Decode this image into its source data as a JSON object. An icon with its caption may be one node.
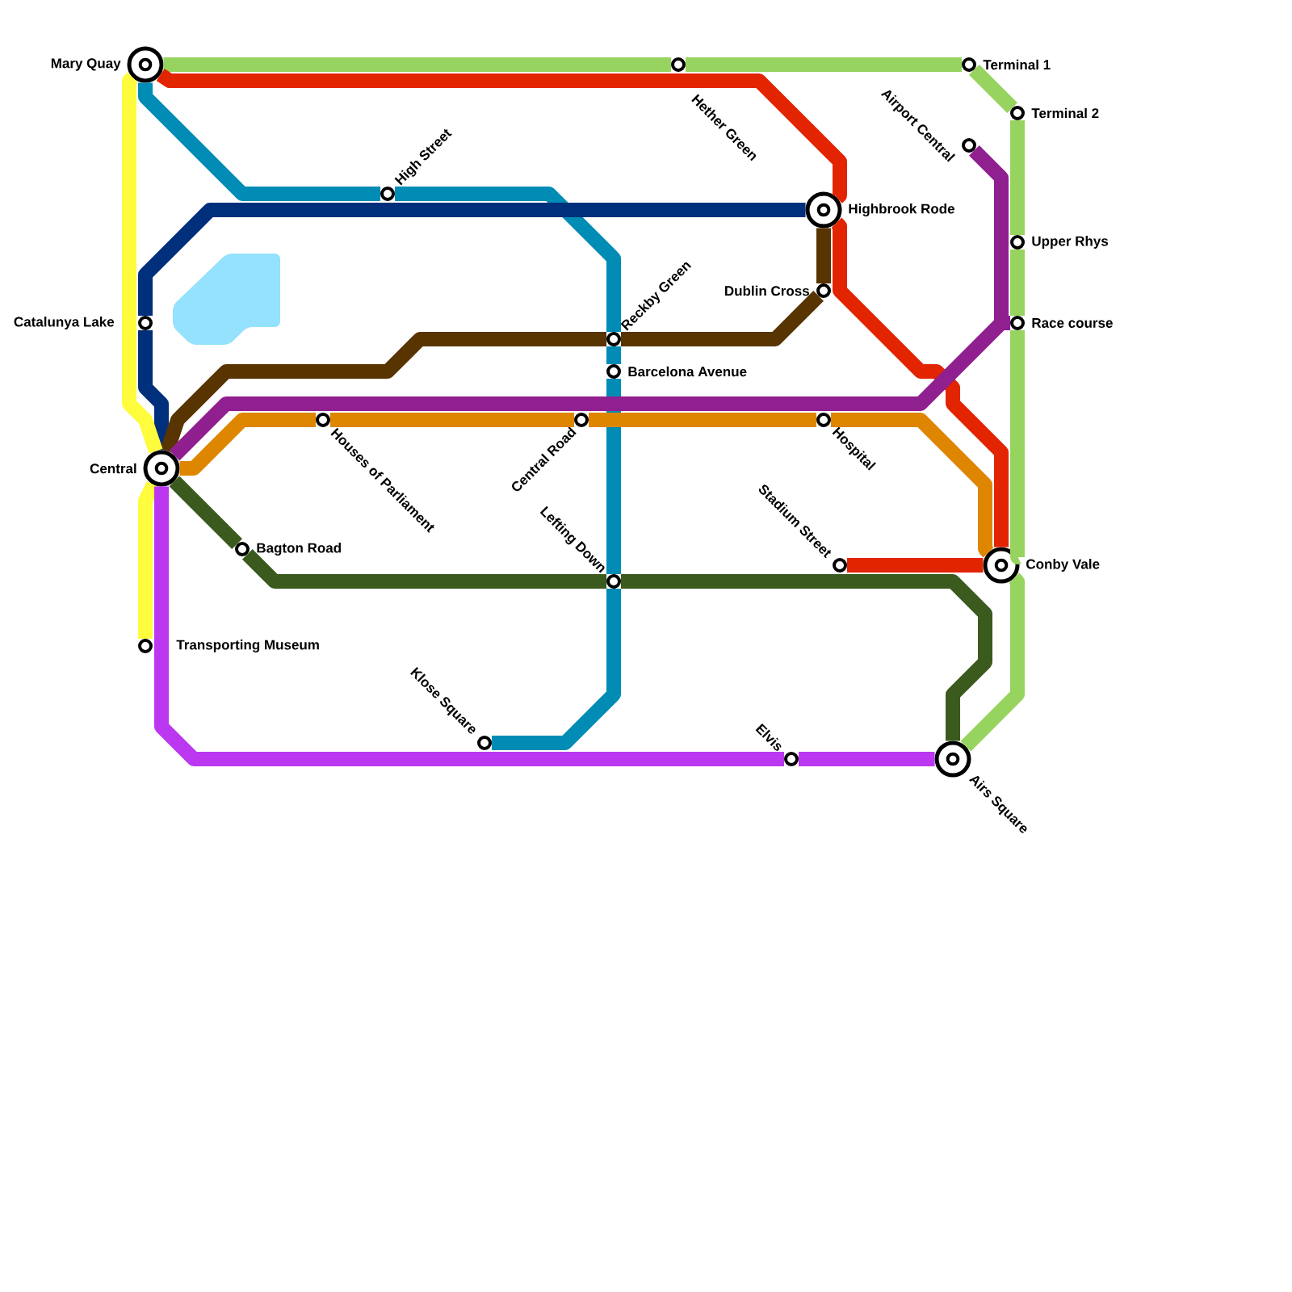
{
  "diagram": {
    "nodes": [
      {
        "text": [
          "Mary Quay"
        ]
      },
      {
        "text": [
          "Hether Green"
        ]
      },
      {
        "text": [
          "Terminal 1"
        ]
      },
      {
        "text": [
          "Terminal 2"
        ]
      },
      {
        "text": [
          "Airport Central"
        ]
      },
      {
        "text": [
          "High Street"
        ]
      },
      {
        "text": [
          "Highbrook Rode"
        ]
      },
      {
        "text": [
          "Upper Rhys"
        ]
      },
      {
        "text": [
          "Dublin Cross"
        ]
      },
      {
        "text": [
          "Catalunya Lake"
        ]
      },
      {
        "text": [
          "Race course"
        ]
      },
      {
        "text": [
          "Reckby Green"
        ]
      },
      {
        "text": [
          "Barcelona Avenue"
        ]
      },
      {
        "text": [
          "Houses of Parliament"
        ]
      },
      {
        "text": [
          "Central Road"
        ]
      },
      {
        "text": [
          "Hospital"
        ]
      },
      {
        "text": [
          "Central"
        ]
      },
      {
        "text": [
          "Bagton Road"
        ]
      },
      {
        "text": [
          "Stadium Street"
        ]
      },
      {
        "text": [
          "Conby Vale"
        ]
      },
      {
        "text": [
          "Lefting Down"
        ]
      },
      {
        "text": [
          "Transporting Museum"
        ]
      },
      {
        "text": [
          "Klose Square"
        ]
      },
      {
        "text": [
          "Elvis"
        ]
      },
      {
        "text": [
          "Airs Square"
        ]
      }
    ],
    "edges": [
      {
        "from": 0,
        "to": 1,
        "arrow": "none",
        "color": "#97d45f"
      },
      {
        "from": 1,
        "to": 2,
        "arrow": "none",
        "color": "#97d45f"
      },
      {
        "from": 2,
        "to": 3,
        "arrow": "none",
        "color": "#97d45f"
      },
      {
        "from": 3,
        "to": 7,
        "arrow": "none",
        "color": "#97d45f"
      },
      {
        "from": 7,
        "to": 10,
        "arrow": "none",
        "color": "#97d45f"
      },
      {
        "from": 10,
        "to": 19,
        "arrow": "none",
        "color": "#97d45f"
      },
      {
        "from": 19,
        "to": 24,
        "arrow": "none",
        "color": "#97d45f"
      },
      {
        "from": 0,
        "to": 6,
        "arrow": "none",
        "color": "#e22400"
      },
      {
        "from": 6,
        "to": 19,
        "arrow": "none",
        "color": "#e22400"
      },
      {
        "from": 19,
        "to": 18,
        "arrow": "none",
        "color": "#e22400"
      },
      {
        "from": 0,
        "to": 5,
        "arrow": "none",
        "color": "#008cb4"
      },
      {
        "from": 5,
        "to": 11,
        "arrow": "none",
        "color": "#008cb4"
      },
      {
        "from": 11,
        "to": 12,
        "arrow": "none",
        "color": "#008cb4"
      },
      {
        "from": 12,
        "to": 20,
        "arrow": "none",
        "color": "#008cb4"
      },
      {
        "from": 20,
        "to": 22,
        "arrow": "none",
        "color": "#008cb4"
      },
      {
        "from": 16,
        "to": 9,
        "arrow": "none",
        "color": "#00307b"
      },
      {
        "from": 9,
        "to": 6,
        "arrow": "none",
        "color": "#00307b"
      },
      {
        "from": 6,
        "to": 8,
        "arrow": "none",
        "color": "#573400"
      },
      {
        "from": 8,
        "to": 11,
        "arrow": "none",
        "color": "#573400"
      },
      {
        "from": 11,
        "to": 16,
        "arrow": "none",
        "color": "#573400"
      },
      {
        "from": 16,
        "to": 10,
        "arrow": "none",
        "color": "#901f8f"
      },
      {
        "from": 10,
        "to": 4,
        "arrow": "none",
        "color": "#901f8f"
      },
      {
        "from": 16,
        "to": 13,
        "arrow": "none",
        "color": "#df8600"
      },
      {
        "from": 13,
        "to": 14,
        "arrow": "none",
        "color": "#df8600"
      },
      {
        "from": 14,
        "to": 15,
        "arrow": "none",
        "color": "#df8600"
      },
      {
        "from": 15,
        "to": 19,
        "arrow": "none",
        "color": "#df8600"
      },
      {
        "from": 16,
        "to": 17,
        "arrow": "none",
        "color": "#3a5a1e"
      },
      {
        "from": 17,
        "to": 20,
        "arrow": "none",
        "color": "#3a5a1e"
      },
      {
        "from": 20,
        "to": 24,
        "arrow": "none",
        "color": "#3a5a1e"
      },
      {
        "from": 0,
        "to": 16,
        "arrow": "none",
        "color": "#fffc3d"
      },
      {
        "from": 16,
        "to": 21,
        "arrow": "none",
        "color": "#fffc3d"
      },
      {
        "from": 16,
        "to": 23,
        "arrow": "none",
        "color": "#bb38f0"
      },
      {
        "from": 23,
        "to": 24,
        "arrow": "none",
        "color": "#bb38f0"
      }
    ]
  }
}
